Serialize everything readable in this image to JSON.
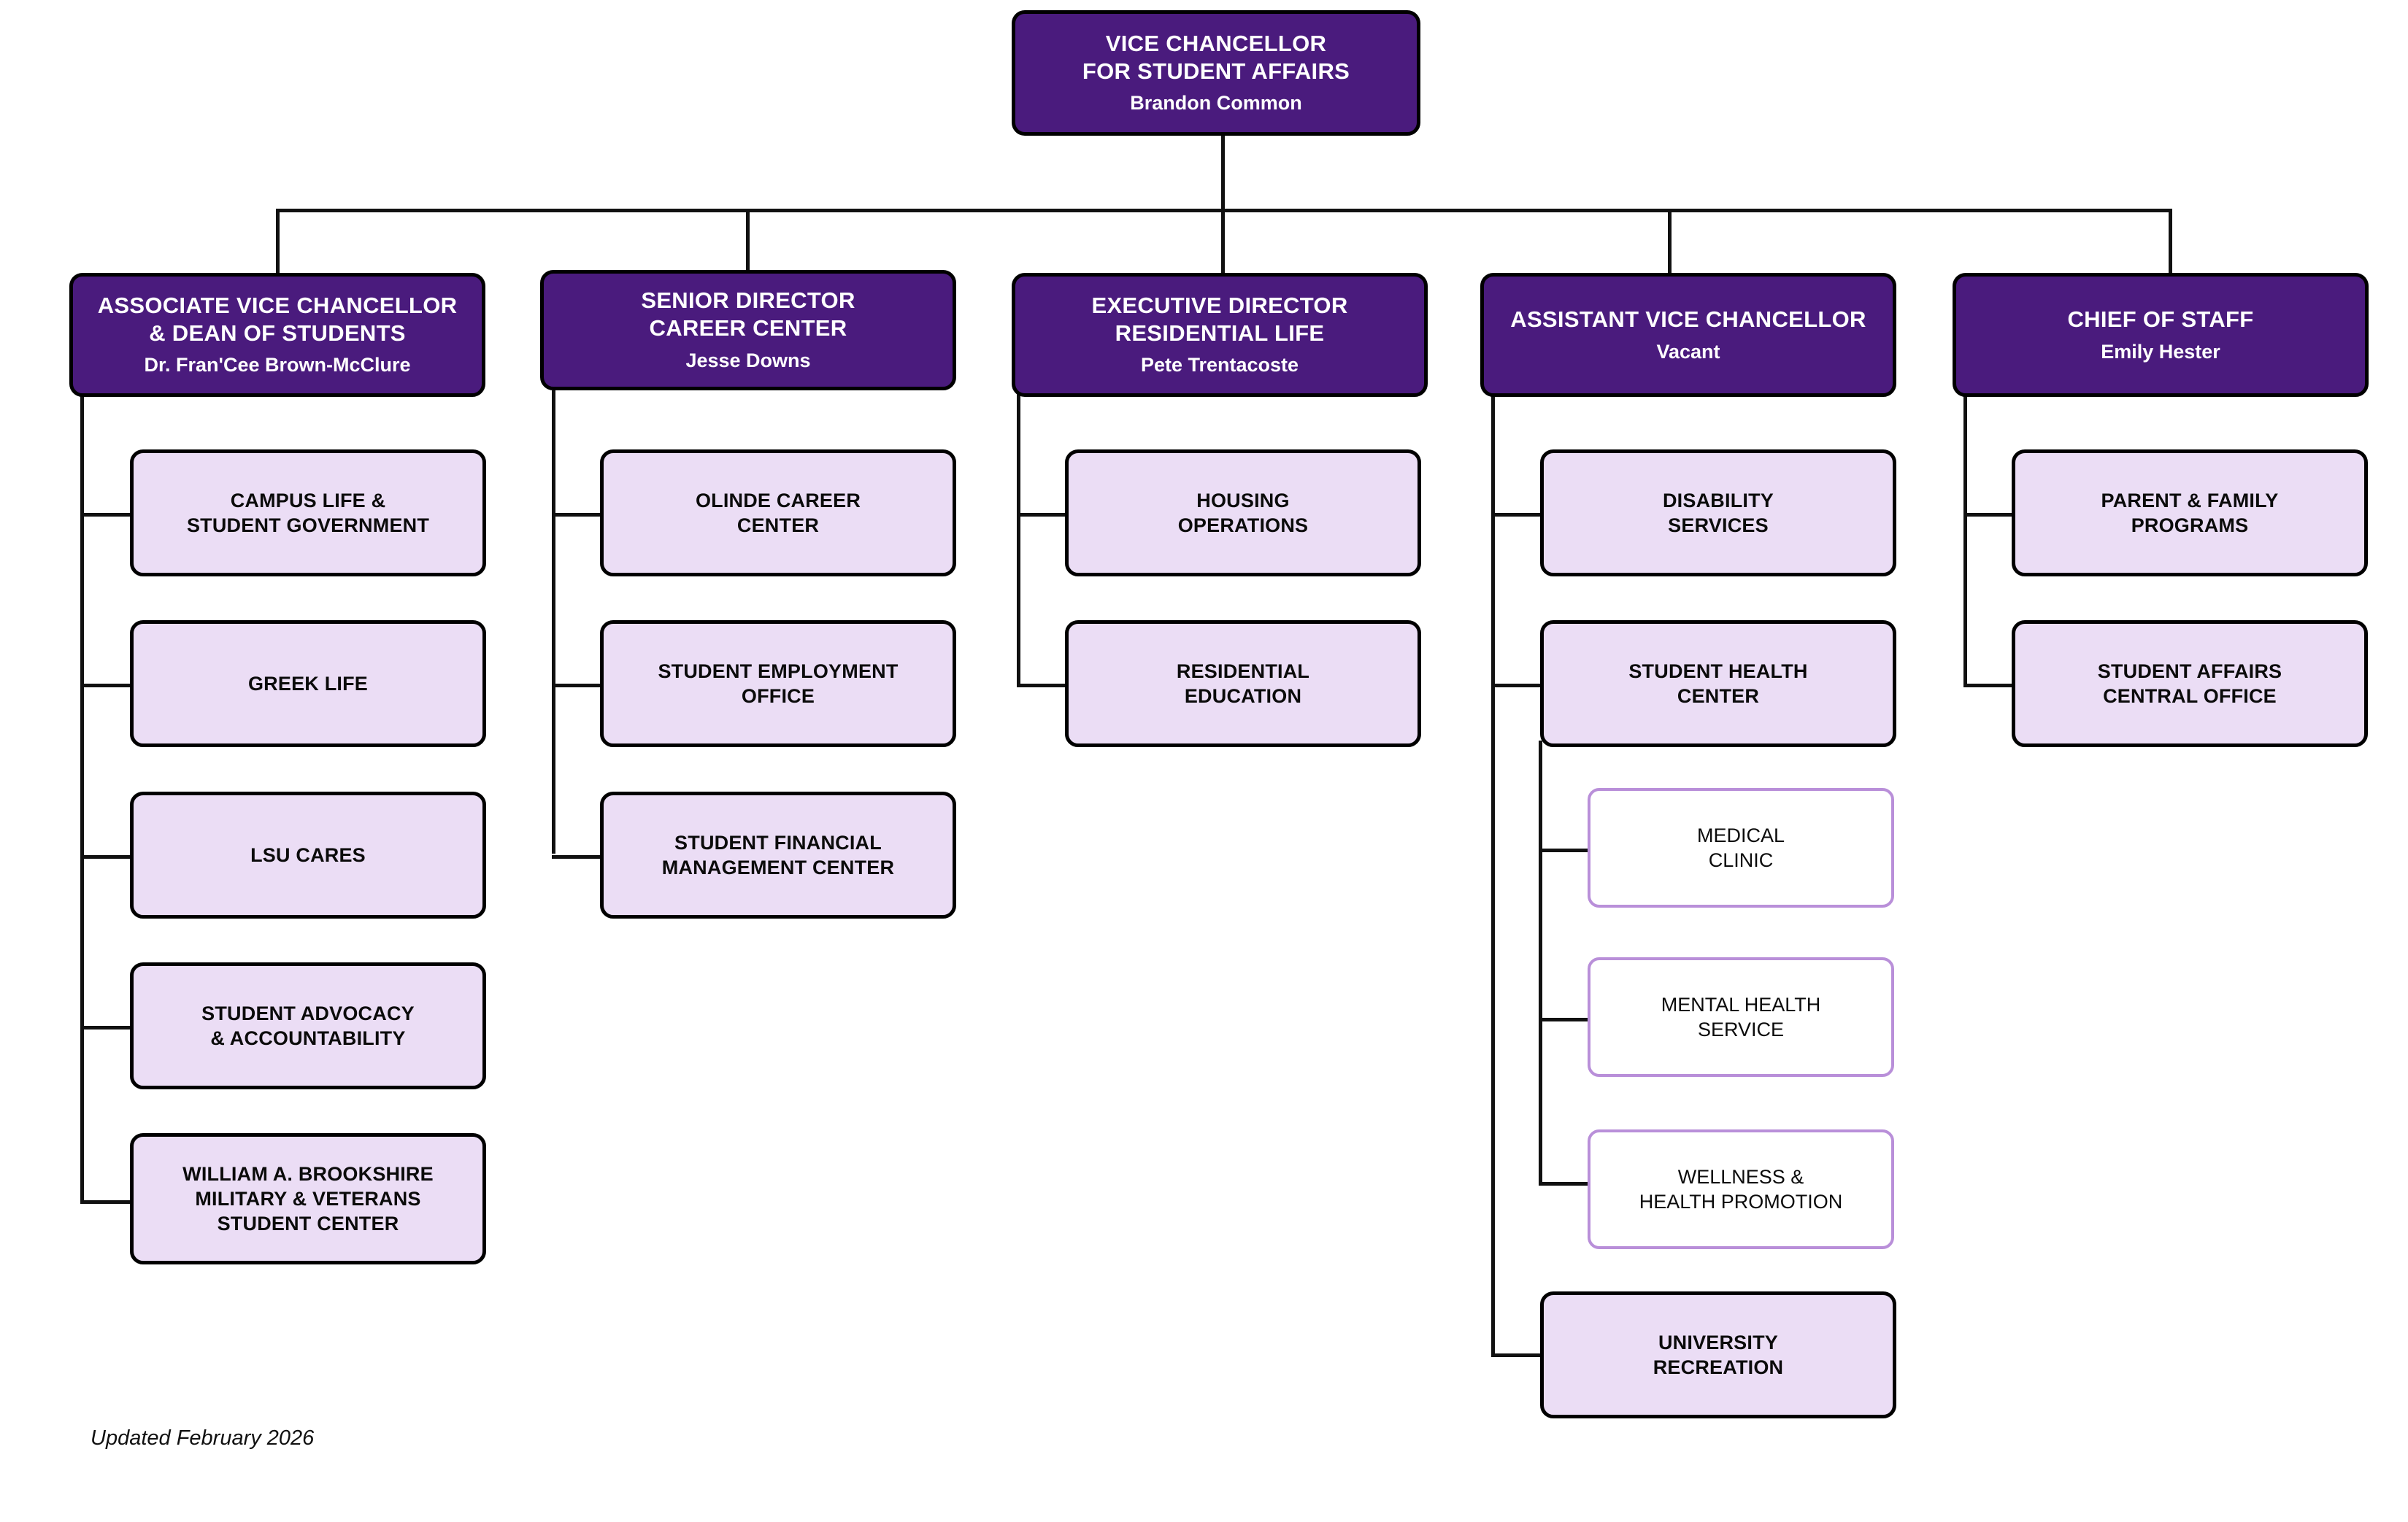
{
  "document": {
    "kind": "organizational-chart",
    "footnote": "Updated February 2026"
  },
  "palette": {
    "exec_fill": "#4A1B7D",
    "unit_fill": "#EBDDF5",
    "sub_fill": "#FFFFFF",
    "sub_border": "#B98FD9",
    "line": "#111111",
    "exec_text": "#FFFFFF",
    "unit_text": "#0B0B0B",
    "page_background": "#FFFFFF"
  },
  "root": {
    "title_line1": "VICE CHANCELLOR",
    "title_line2": "FOR STUDENT AFFAIRS",
    "person": "Brandon Common"
  },
  "divisions": [
    {
      "id": "avc-dean",
      "title_line1": "ASSOCIATE VICE CHANCELLOR",
      "title_line2": "& DEAN OF STUDENTS",
      "person": "Dr. Fran'Cee Brown-McClure",
      "units": [
        {
          "line1": "CAMPUS LIFE &",
          "line2": "STUDENT GOVERNMENT"
        },
        {
          "line1": "GREEK LIFE",
          "line2": ""
        },
        {
          "line1": "LSU CARES",
          "line2": ""
        },
        {
          "line1": "STUDENT ADVOCACY",
          "line2": "& ACCOUNTABILITY"
        },
        {
          "line1": "WILLIAM A. BROOKSHIRE",
          "line2": "MILITARY & VETERANS",
          "line3": "STUDENT CENTER"
        }
      ]
    },
    {
      "id": "career-center",
      "title_line1": "SENIOR DIRECTOR",
      "title_line2": "CAREER CENTER",
      "person": "Jesse Downs",
      "units": [
        {
          "line1": "OLINDE CAREER",
          "line2": "CENTER"
        },
        {
          "line1": "STUDENT EMPLOYMENT",
          "line2": "OFFICE"
        },
        {
          "line1": "STUDENT FINANCIAL",
          "line2": "MANAGEMENT CENTER"
        }
      ]
    },
    {
      "id": "residential-life",
      "title_line1": "EXECUTIVE DIRECTOR",
      "title_line2": "RESIDENTIAL LIFE",
      "person": "Pete Trentacoste",
      "units": [
        {
          "line1": "HOUSING",
          "line2": "OPERATIONS"
        },
        {
          "line1": "RESIDENTIAL",
          "line2": "EDUCATION"
        }
      ]
    },
    {
      "id": "assistant-vc",
      "title_line1": "ASSISTANT VICE CHANCELLOR",
      "title_line2": "",
      "person": "Vacant",
      "units": [
        {
          "line1": "DISABILITY",
          "line2": "SERVICES"
        },
        {
          "line1": "STUDENT HEALTH",
          "line2": "CENTER"
        },
        {
          "line1": "UNIVERSITY",
          "line2": "RECREATION"
        }
      ],
      "subunits": [
        {
          "line1": "MEDICAL",
          "line2": "CLINIC"
        },
        {
          "line1": "MENTAL HEALTH",
          "line2": "SERVICE"
        },
        {
          "line1": "WELLNESS &",
          "line2": "HEALTH PROMOTION"
        }
      ]
    },
    {
      "id": "chief-of-staff",
      "title_line1": "CHIEF OF STAFF",
      "title_line2": "",
      "person": "Emily Hester",
      "units": [
        {
          "line1": "PARENT & FAMILY",
          "line2": "PROGRAMS"
        },
        {
          "line1": "STUDENT AFFAIRS",
          "line2": "CENTRAL OFFICE"
        }
      ]
    }
  ]
}
